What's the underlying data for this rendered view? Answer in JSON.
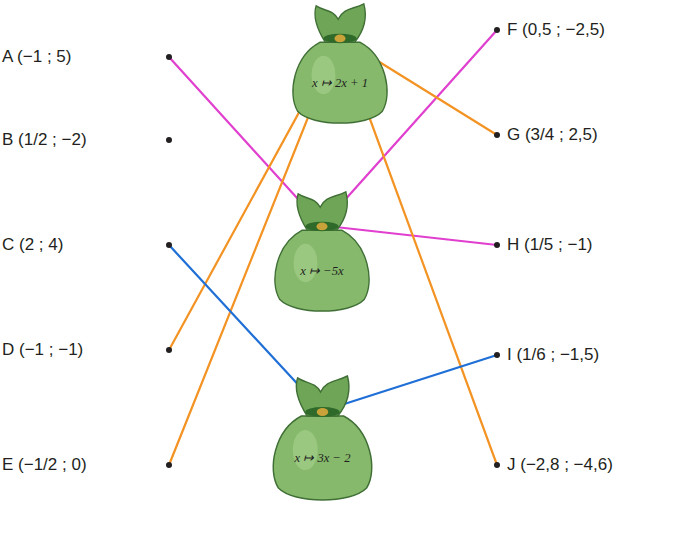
{
  "diagram": {
    "nodes": [
      {
        "text": [
          "A (−1 ; 5)"
        ]
      },
      {
        "text": [
          "B (1/2 ; −2)"
        ]
      },
      {
        "text": [
          "C (2 ; 4)"
        ]
      },
      {
        "text": [
          "D (−1 ; −1)"
        ]
      },
      {
        "text": [
          "E (−1/2 ; 0)"
        ]
      },
      {
        "text": [
          "x ↦ 2x + 1"
        ]
      },
      {
        "text": [
          "x ↦ −5x"
        ]
      },
      {
        "text": [
          "x ↦ 3x − 2"
        ]
      },
      {
        "text": [
          "F (0,5 ; −2,5)"
        ]
      },
      {
        "text": [
          "G (3/4 ; 2,5)"
        ]
      },
      {
        "text": [
          "H (1/5 ; −1)"
        ]
      },
      {
        "text": [
          "I (1/6 ; −1,5)"
        ]
      },
      {
        "text": [
          "J (−2,8 ; −4,6)"
        ]
      }
    ],
    "edges": [
      {
        "from": 0,
        "to": 6,
        "arrow": "none"
      },
      {
        "from": 8,
        "to": 6,
        "arrow": "none"
      },
      {
        "from": 10,
        "to": 6,
        "arrow": "none"
      },
      {
        "from": 3,
        "to": 5,
        "arrow": "none"
      },
      {
        "from": 4,
        "to": 5,
        "arrow": "none"
      },
      {
        "from": 9,
        "to": 5,
        "arrow": "none"
      },
      {
        "from": 12,
        "to": 5,
        "arrow": "none"
      },
      {
        "from": 2,
        "to": 7,
        "arrow": "none"
      },
      {
        "from": 11,
        "to": 7,
        "arrow": "none"
      }
    ]
  }
}
